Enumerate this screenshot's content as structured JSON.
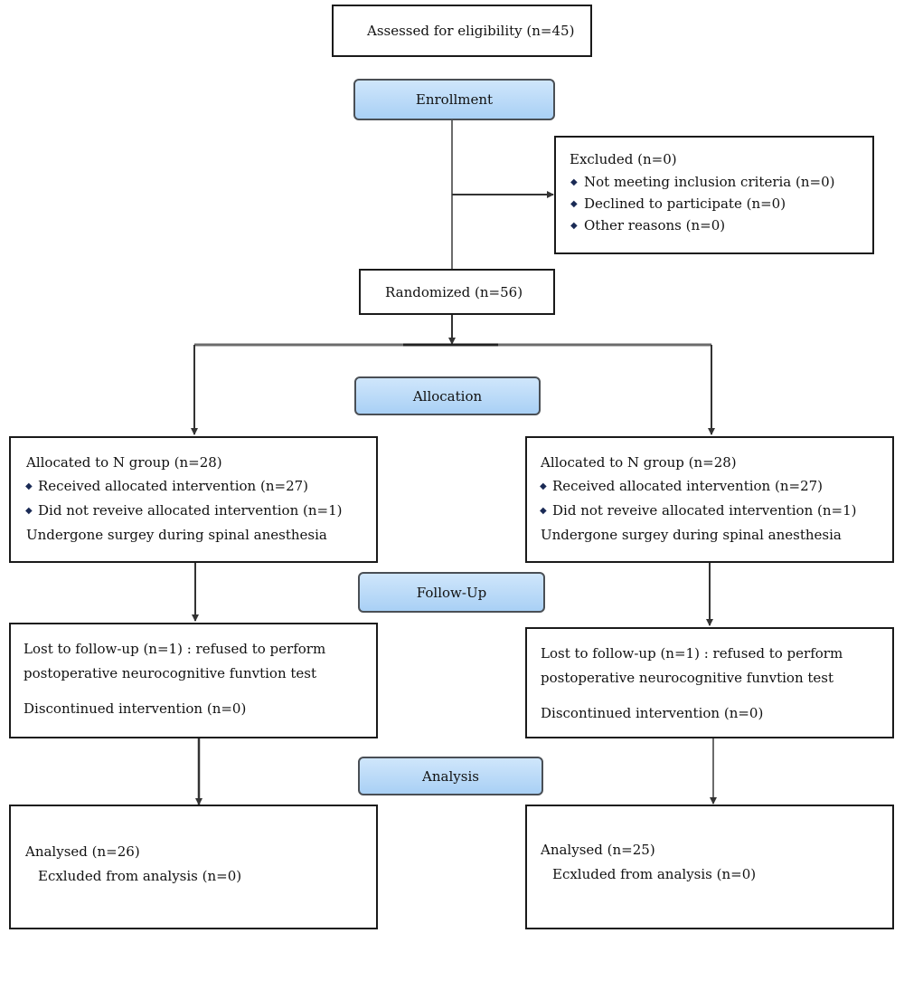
{
  "assessed": "Assessed for eligibility (n=45)",
  "stages": {
    "enrollment": "Enrollment",
    "allocation": "Allocation",
    "followup": "Follow-Up",
    "analysis": "Analysis"
  },
  "excluded": {
    "title": "Excluded (n=0)",
    "items": [
      "Not meeting inclusion criteria (n=0)",
      "Declined to participate (n=0)",
      "Other reasons (n=0)"
    ]
  },
  "randomized": "Randomized (n=56)",
  "left": {
    "allocated": "Allocated to N group (n=28)",
    "received": "Received allocated intervention (n=27)",
    "not_received": "Did not reveive allocated intervention (n=1)",
    "note": "Undergone surgey during spinal anesthesia",
    "lost_line1": "Lost to follow-up (n=1) : refused to perform",
    "lost_line2": "postoperative neurocognitive funvtion test",
    "discontinued": "Discontinued intervention (n=0)",
    "analysed": "Analysed (n=26)",
    "excluded_analysis": "Ecxluded from analysis (n=0)"
  },
  "right": {
    "allocated": "Allocated to N group (n=28)",
    "received": "Received allocated intervention (n=27)",
    "not_received": "Did not reveive allocated intervention (n=1)",
    "note": "Undergone surgey during spinal anesthesia",
    "lost_line1": "Lost to follow-up (n=1) : refused to perform",
    "lost_line2": "postoperative neurocognitive funvtion test",
    "discontinued": "Discontinued intervention (n=0)",
    "analysed": "Analysed (n=25)",
    "excluded_analysis": "Ecxluded from analysis (n=0)"
  }
}
